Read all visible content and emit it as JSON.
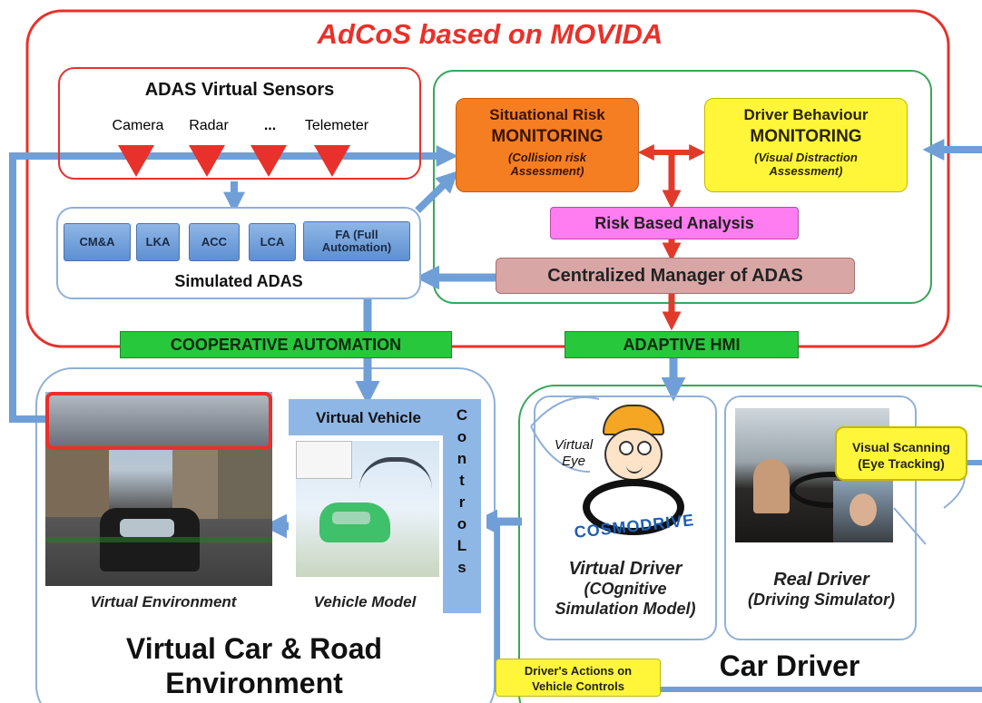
{
  "title": "AdCoS based on MOVIDA",
  "sensors": {
    "heading": "ADAS Virtual Sensors",
    "items": [
      "Camera",
      "Radar",
      "...",
      "Telemeter"
    ]
  },
  "simulated_adas": {
    "heading": "Simulated ADAS",
    "items": [
      "CM&A",
      "LKA",
      "ACC",
      "LCA",
      "FA (Full Automation)"
    ]
  },
  "situational_risk": {
    "line1": "Situational Risk",
    "line2": "MONITORING",
    "line3": "(Collision risk",
    "line4": "Assessment)"
  },
  "driver_behaviour": {
    "line1": "Driver Behaviour",
    "line2": "MONITORING",
    "line3": "(Visual Distraction",
    "line4": "Assessment)"
  },
  "risk_analysis": "Risk Based Analysis",
  "centralized_manager": "Centralized Manager of ADAS",
  "cooperative": "COOPERATIVE AUTOMATION",
  "adaptive_hmi": "ADAPTIVE HMI",
  "virtual_vehicle": "Virtual Vehicle",
  "controls_letters": [
    "C",
    "o",
    "n",
    "t",
    "r",
    "o",
    "L",
    "s"
  ],
  "virtual_environment": "Virtual Environment",
  "vehicle_model": "Vehicle Model",
  "virtual_car_road": {
    "line1": "Virtual Car & Road",
    "line2": "Environment"
  },
  "virtual_eye": {
    "line1": "Virtual",
    "line2": "Eye"
  },
  "cosmodrive": "COSMODRIVE",
  "virtual_driver": {
    "line1": "Virtual Driver",
    "line2": "(COgnitive",
    "line3": "Simulation Model)"
  },
  "real_driver": {
    "line1": "Real Driver",
    "line2": "(Driving Simulator)"
  },
  "visual_scanning": {
    "line1": "Visual Scanning",
    "line2": "(Eye Tracking)"
  },
  "car_driver": "Car Driver",
  "drivers_actions": {
    "line1": "Driver's Actions on",
    "line2": "Vehicle Controls"
  },
  "colors": {
    "red_frame": "#e8312a",
    "green_frame": "#3aa65a",
    "blue_frame": "#8fb0d8",
    "arrow_blue": "#6f9fd6",
    "arrow_red": "#e23a2a",
    "orange": "#f57e22",
    "yellow": "#fff63a",
    "magenta": "#ff7df0",
    "rose": "#d9a6a6",
    "green_strip": "#28c83c"
  }
}
